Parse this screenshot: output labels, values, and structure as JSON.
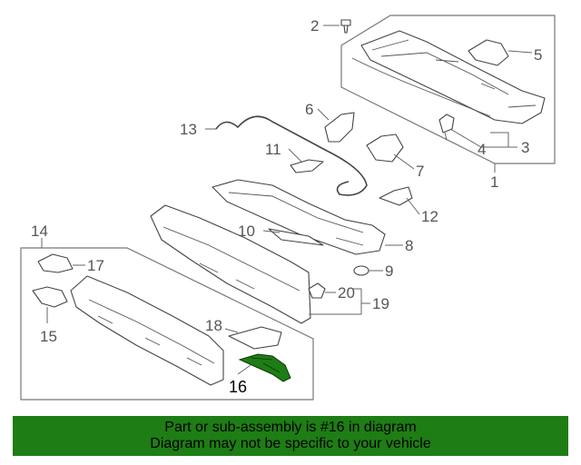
{
  "diagram": {
    "callouts": [
      "1",
      "2",
      "3",
      "4",
      "5",
      "6",
      "7",
      "8",
      "9",
      "10",
      "11",
      "12",
      "13",
      "14",
      "15",
      "16",
      "17",
      "18",
      "19",
      "20"
    ],
    "highlight_color": "#1e7d14",
    "highlighted_callout": "16"
  },
  "banner": {
    "line1": "Part or sub-assembly is #16 in diagram",
    "line2": "Diagram may not be specific to your vehicle",
    "background": "#1e7d14"
  }
}
